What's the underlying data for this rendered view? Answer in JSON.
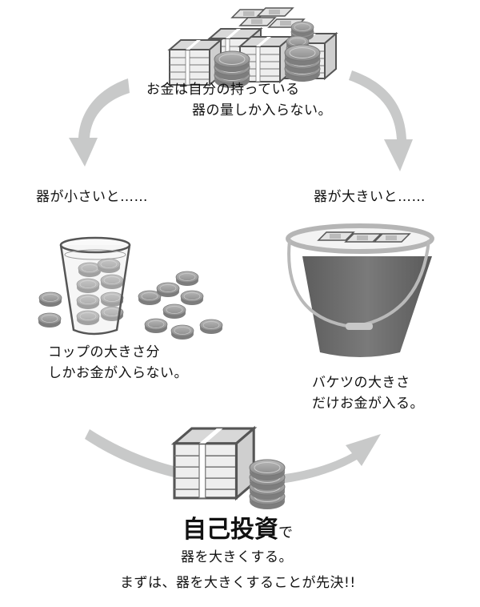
{
  "top": {
    "caption_line1": "お金は自分の持っている",
    "caption_line2": "器の量しか入らない。"
  },
  "left": {
    "heading": "器が小さいと……",
    "caption_line1": "コップの大きさ分",
    "caption_line2": "しかお金が入らない。"
  },
  "right": {
    "heading": "器が大きいと……",
    "caption_line1": "バケツの大きさ",
    "caption_line2": "だけお金が入る。"
  },
  "bottom": {
    "title_main": "自己投資",
    "title_suffix": "で",
    "line2": "器を大きくする。",
    "line3": "まずは、器を大きくすることが先決!!"
  },
  "colors": {
    "arrow": "#c8c9c9",
    "bucket": "#6e6e6e",
    "coin": "#9a9a9a",
    "bill_stack": "#e6e6e6"
  }
}
